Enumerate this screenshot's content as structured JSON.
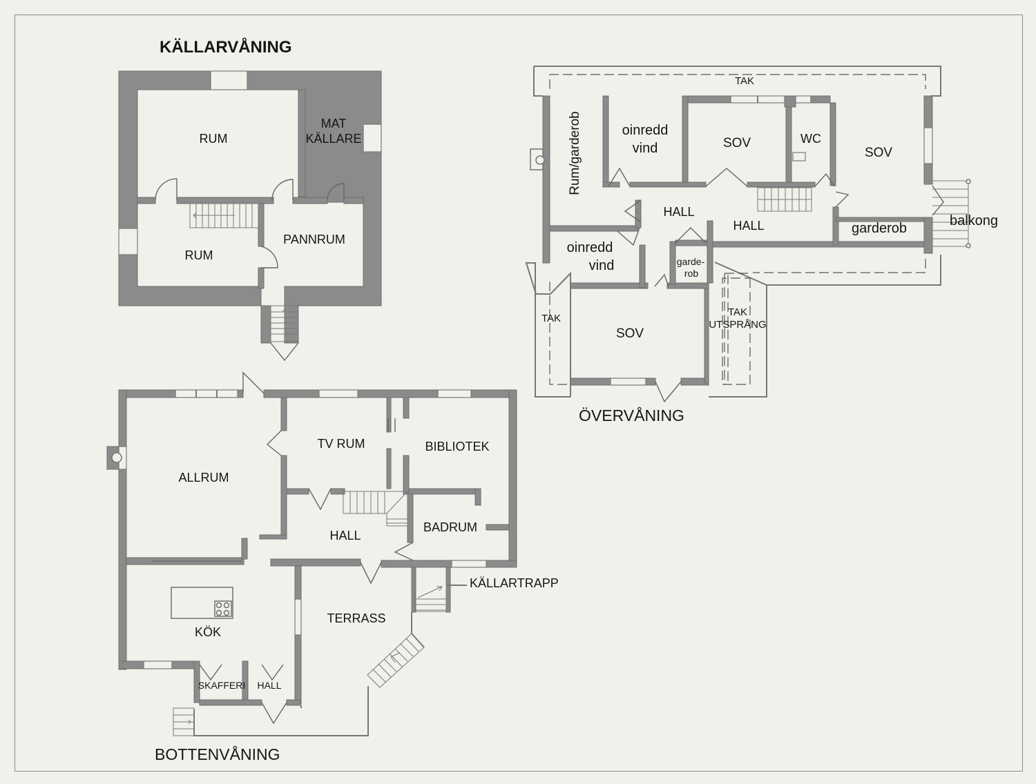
{
  "titles": {
    "basement": "KÄLLARVÅNING",
    "ground": "BOTTENVÅNING",
    "upper": "ÖVERVÅNING"
  },
  "basement": {
    "rum_top": "RUM",
    "mat": "MAT",
    "kallare": "KÄLLARE",
    "rum_bottom": "RUM",
    "pannrum": "PANNRUM"
  },
  "ground": {
    "allrum": "ALLRUM",
    "tv_rum": "TV RUM",
    "bibliotek": "BIBLIOTEK",
    "hall": "HALL",
    "badrum": "BADRUM",
    "kallartrapp": "KÄLLARTRAPP",
    "terrass": "TERRASS",
    "kok": "KÖK",
    "skafferi": "SKAFFERI",
    "hall_small": "HALL"
  },
  "upper": {
    "tak_top": "TAK",
    "rum_garderob": "Rum/garderob",
    "oinredd_a_1": "oinredd",
    "oinredd_a_2": "vind",
    "sov_1": "SOV",
    "wc": "WC",
    "sov_2": "SOV",
    "hall_1": "HALL",
    "hall_2": "HALL",
    "garderob": "garderob",
    "balkong": "balkong",
    "oinredd_b_1": "oinredd",
    "oinredd_b_2": "vind",
    "gardecrob_1": "garde-",
    "gardecrob_2": "rob",
    "tak_left": "TAK",
    "sov_3": "SOV",
    "tak_utsprang_1": "TAK",
    "tak_utsprang_2": "UTSPRÅNG"
  }
}
